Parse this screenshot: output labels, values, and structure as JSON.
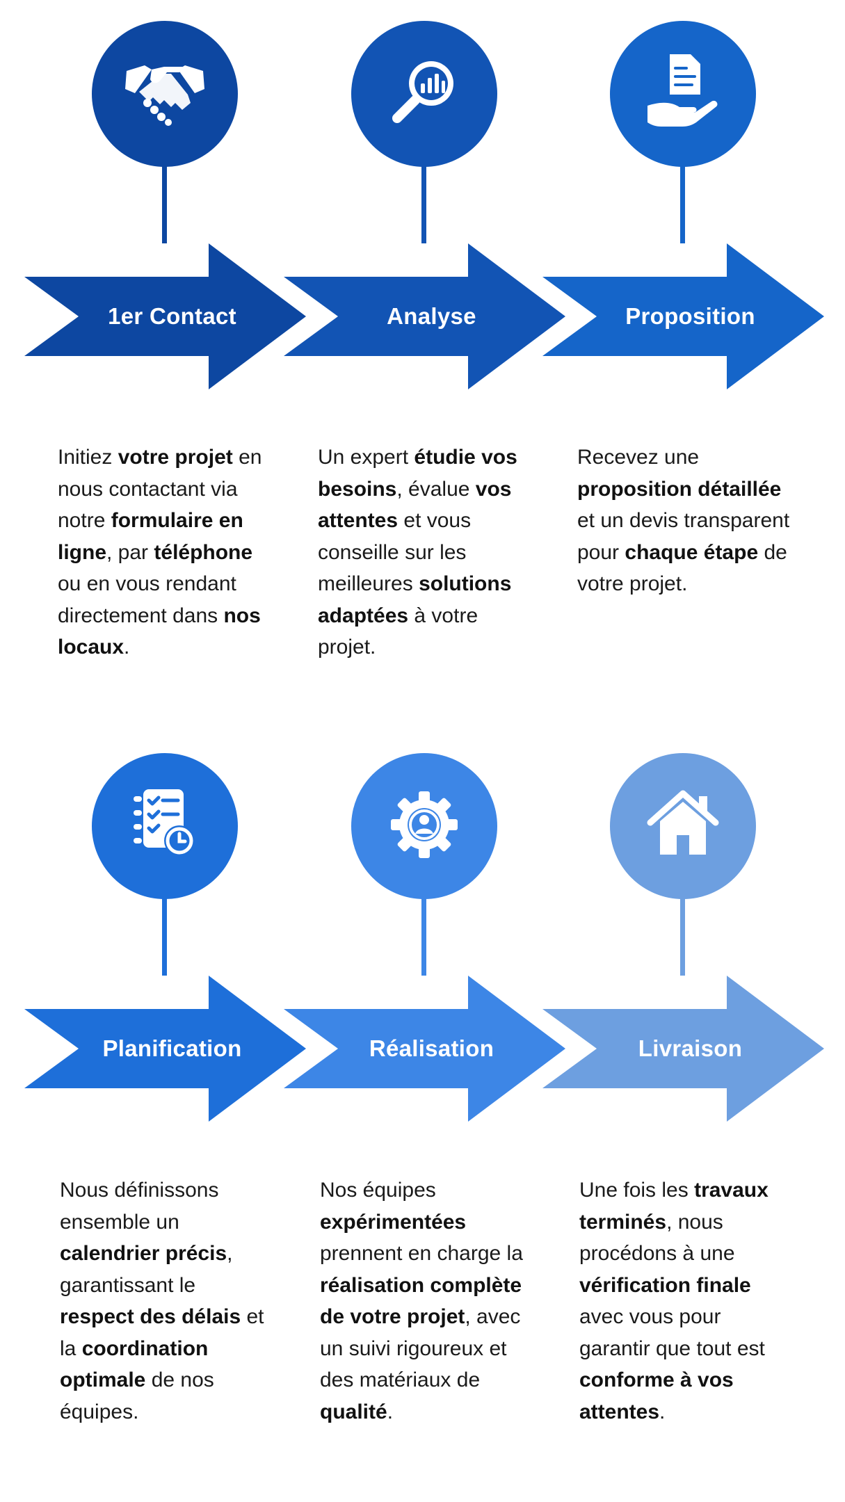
{
  "steps": [
    {
      "title": "1er Contact",
      "icon": "handshake-icon",
      "color": "#0D47A1",
      "description": [
        {
          "t": "Initiez "
        },
        {
          "t": "votre projet",
          "b": true
        },
        {
          "t": " en nous contactant via notre "
        },
        {
          "t": "formulaire en ligne",
          "b": true
        },
        {
          "t": ", par "
        },
        {
          "t": "téléphone",
          "b": true
        },
        {
          "t": " ou en vous rendant directement dans "
        },
        {
          "t": "nos locaux",
          "b": true
        },
        {
          "t": "."
        }
      ]
    },
    {
      "title": "Analyse",
      "icon": "magnifier-chart-icon",
      "color": "#1254B4",
      "description": [
        {
          "t": "Un expert "
        },
        {
          "t": "étudie vos besoins",
          "b": true
        },
        {
          "t": ", évalue "
        },
        {
          "t": "vos attentes",
          "b": true
        },
        {
          "t": " et vous conseille sur les meilleures "
        },
        {
          "t": "solutions adaptées",
          "b": true
        },
        {
          "t": " à votre projet."
        }
      ]
    },
    {
      "title": "Proposition",
      "icon": "document-in-hand-icon",
      "color": "#1565C9",
      "description": [
        {
          "t": "Recevez une "
        },
        {
          "t": "proposition détaillée",
          "b": true
        },
        {
          "t": " et un devis transparent pour "
        },
        {
          "t": "chaque étape",
          "b": true
        },
        {
          "t": " de votre projet."
        }
      ]
    },
    {
      "title": "Planification",
      "icon": "checklist-clock-icon",
      "color": "#1E6FD9",
      "description": [
        {
          "t": "Nous définissons ensemble un "
        },
        {
          "t": "calendrier précis",
          "b": true
        },
        {
          "t": ", garantissant le "
        },
        {
          "t": "respect des délais",
          "b": true
        },
        {
          "t": " et la "
        },
        {
          "t": "coordination optimale",
          "b": true
        },
        {
          "t": " de nos équipes."
        }
      ]
    },
    {
      "title": "Réalisation",
      "icon": "gear-user-icon",
      "color": "#3D86E6",
      "description": [
        {
          "t": "Nos équipes "
        },
        {
          "t": "expérimentées",
          "b": true
        },
        {
          "t": " prennent en charge la "
        },
        {
          "t": "réalisation complète de votre projet",
          "b": true
        },
        {
          "t": ", avec un suivi rigoureux et des matériaux de "
        },
        {
          "t": "qualité",
          "b": true
        },
        {
          "t": "."
        }
      ]
    },
    {
      "title": "Livraison",
      "icon": "house-icon",
      "color": "#6D9FE0",
      "description": [
        {
          "t": "Une fois les "
        },
        {
          "t": "travaux terminés",
          "b": true
        },
        {
          "t": ", nous procédons à une "
        },
        {
          "t": "vérification finale",
          "b": true
        },
        {
          "t": " avec vous pour garantir que tout est "
        },
        {
          "t": "conforme à vos attentes",
          "b": true
        },
        {
          "t": "."
        }
      ]
    }
  ]
}
